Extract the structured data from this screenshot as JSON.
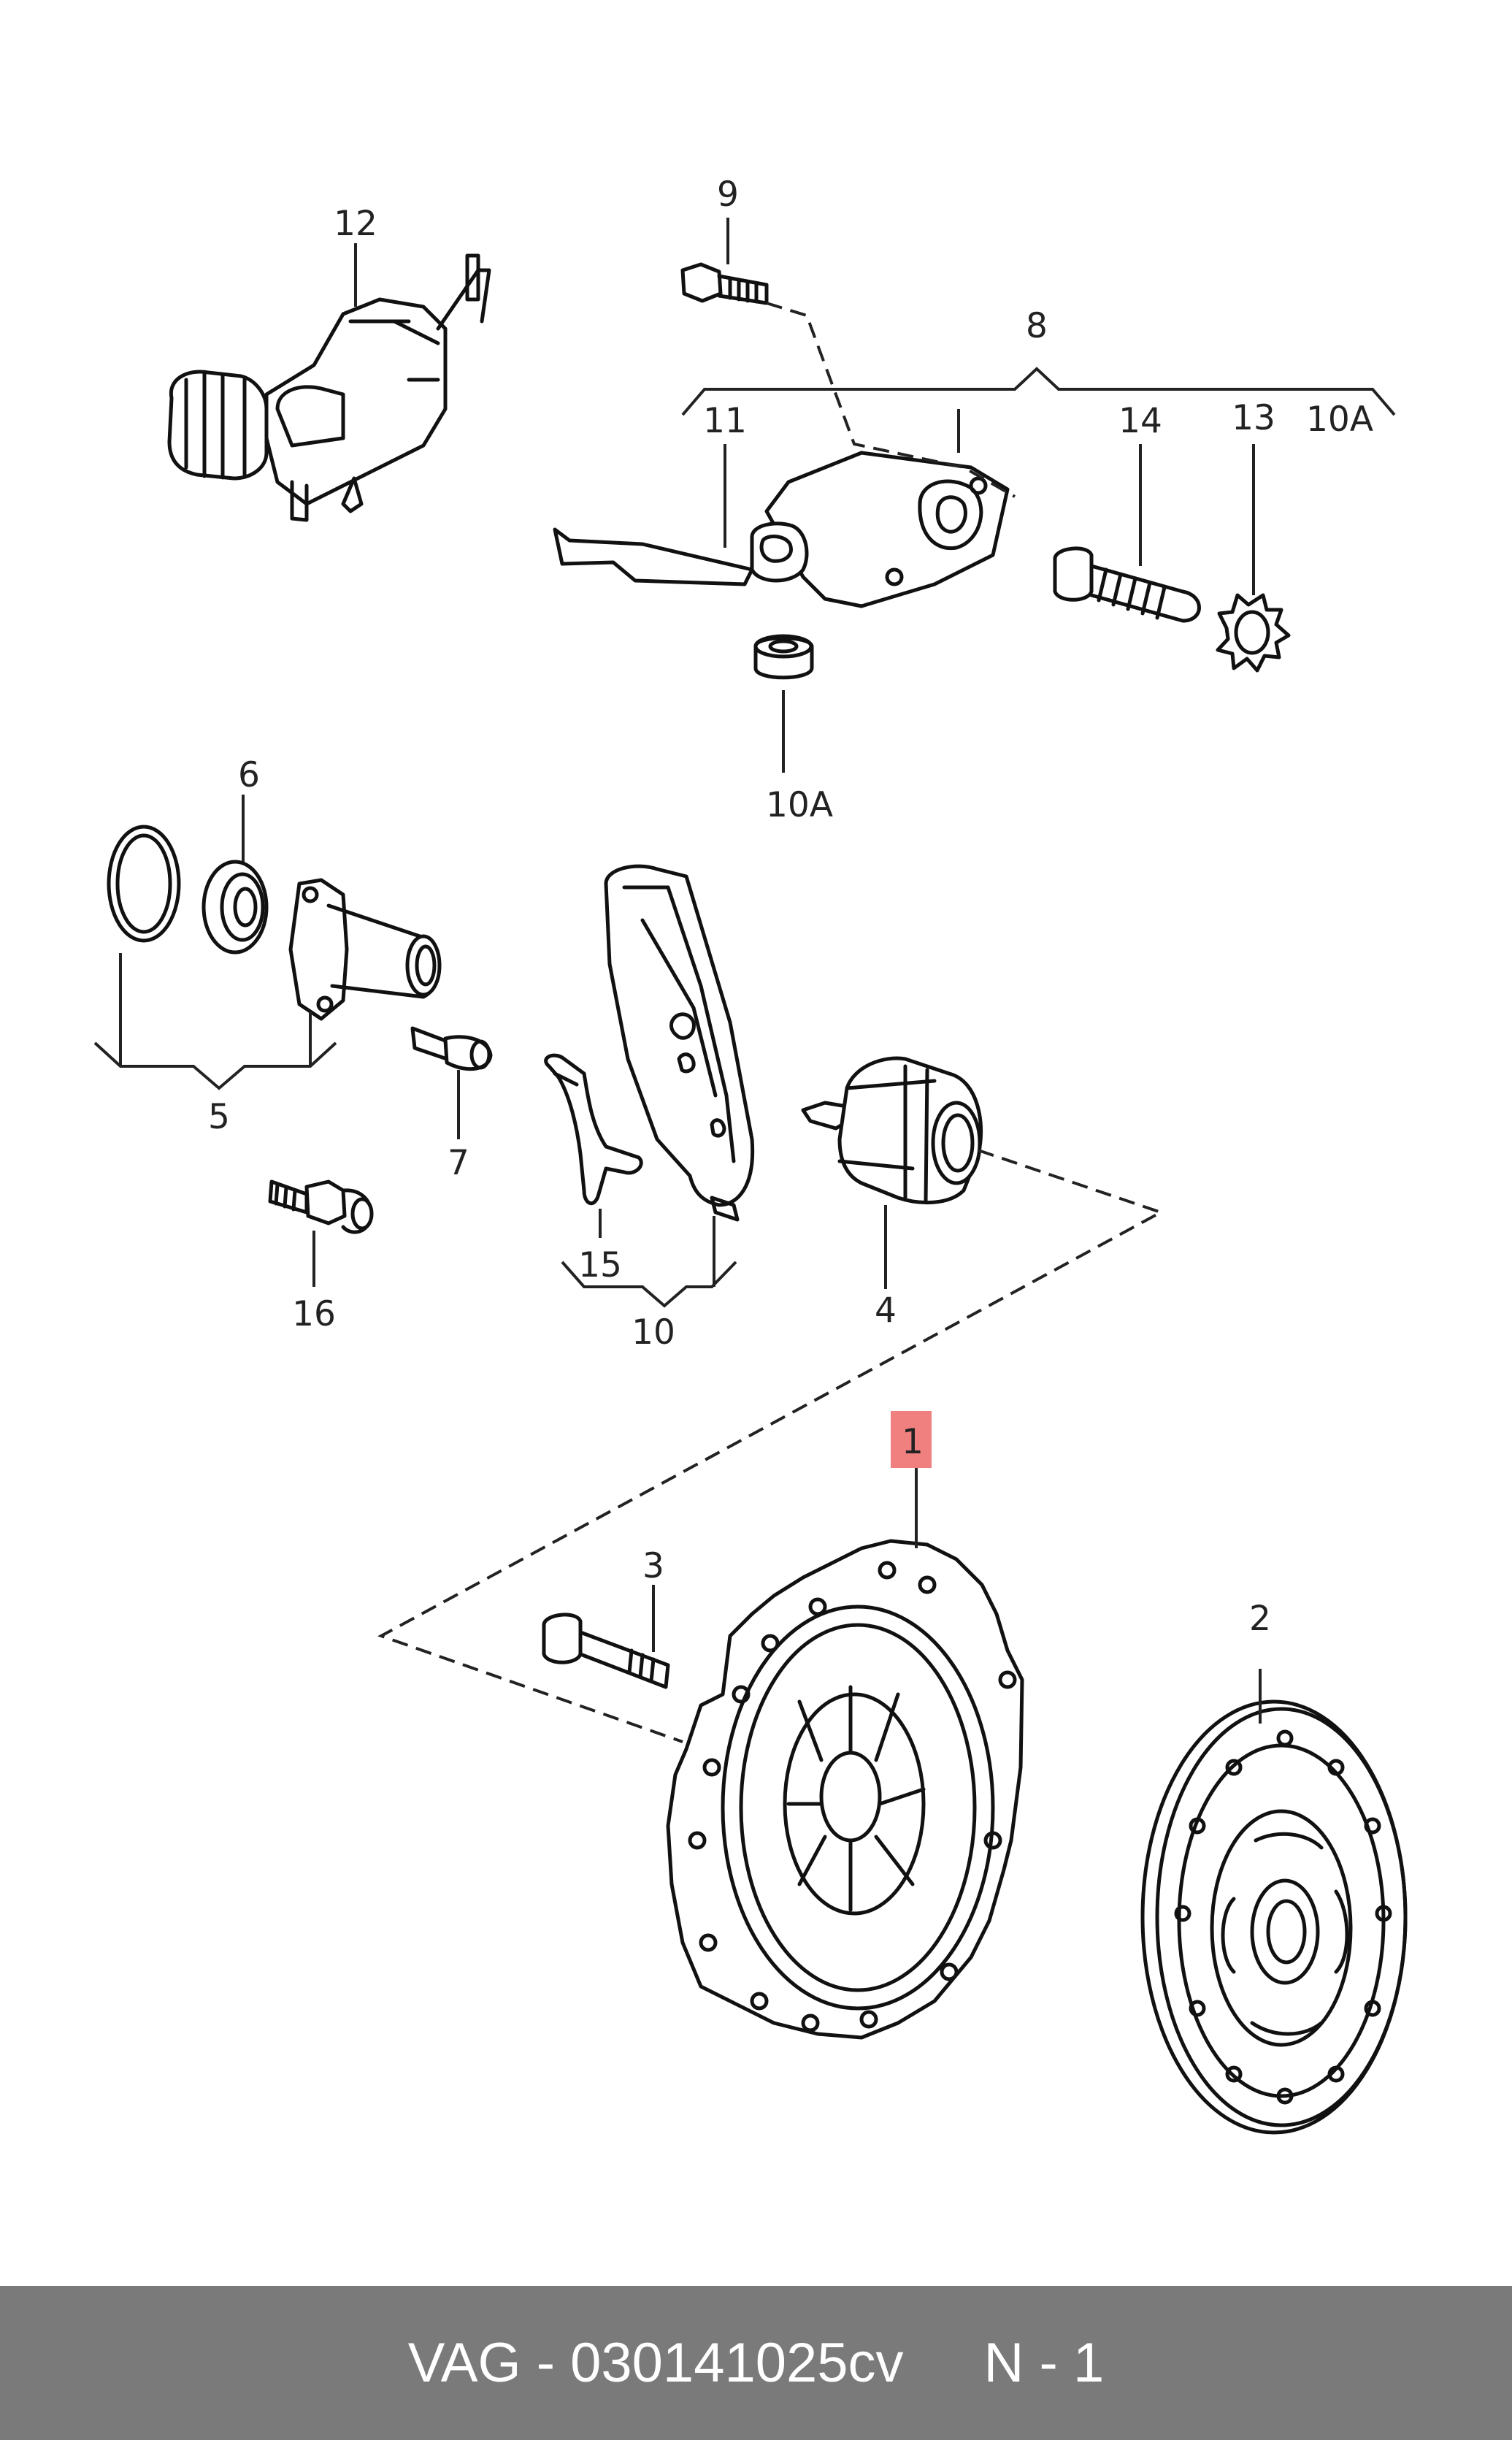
{
  "callouts": {
    "c1": "1",
    "c2": "2",
    "c3": "3",
    "c4": "4",
    "c5": "5",
    "c6": "6",
    "c7": "7",
    "c8": "8",
    "c9": "9",
    "c10": "10",
    "c10a_top": "10A",
    "c10a_bottom": "10A",
    "c11": "11",
    "c12": "12",
    "c13": "13",
    "c14": "14",
    "c15": "15",
    "c16": "16"
  },
  "highlight_color": "#f08080",
  "footer": {
    "part_ref": "VAG - 030141025cv",
    "quantity": "N - 1",
    "background": "#7a7a7a"
  }
}
